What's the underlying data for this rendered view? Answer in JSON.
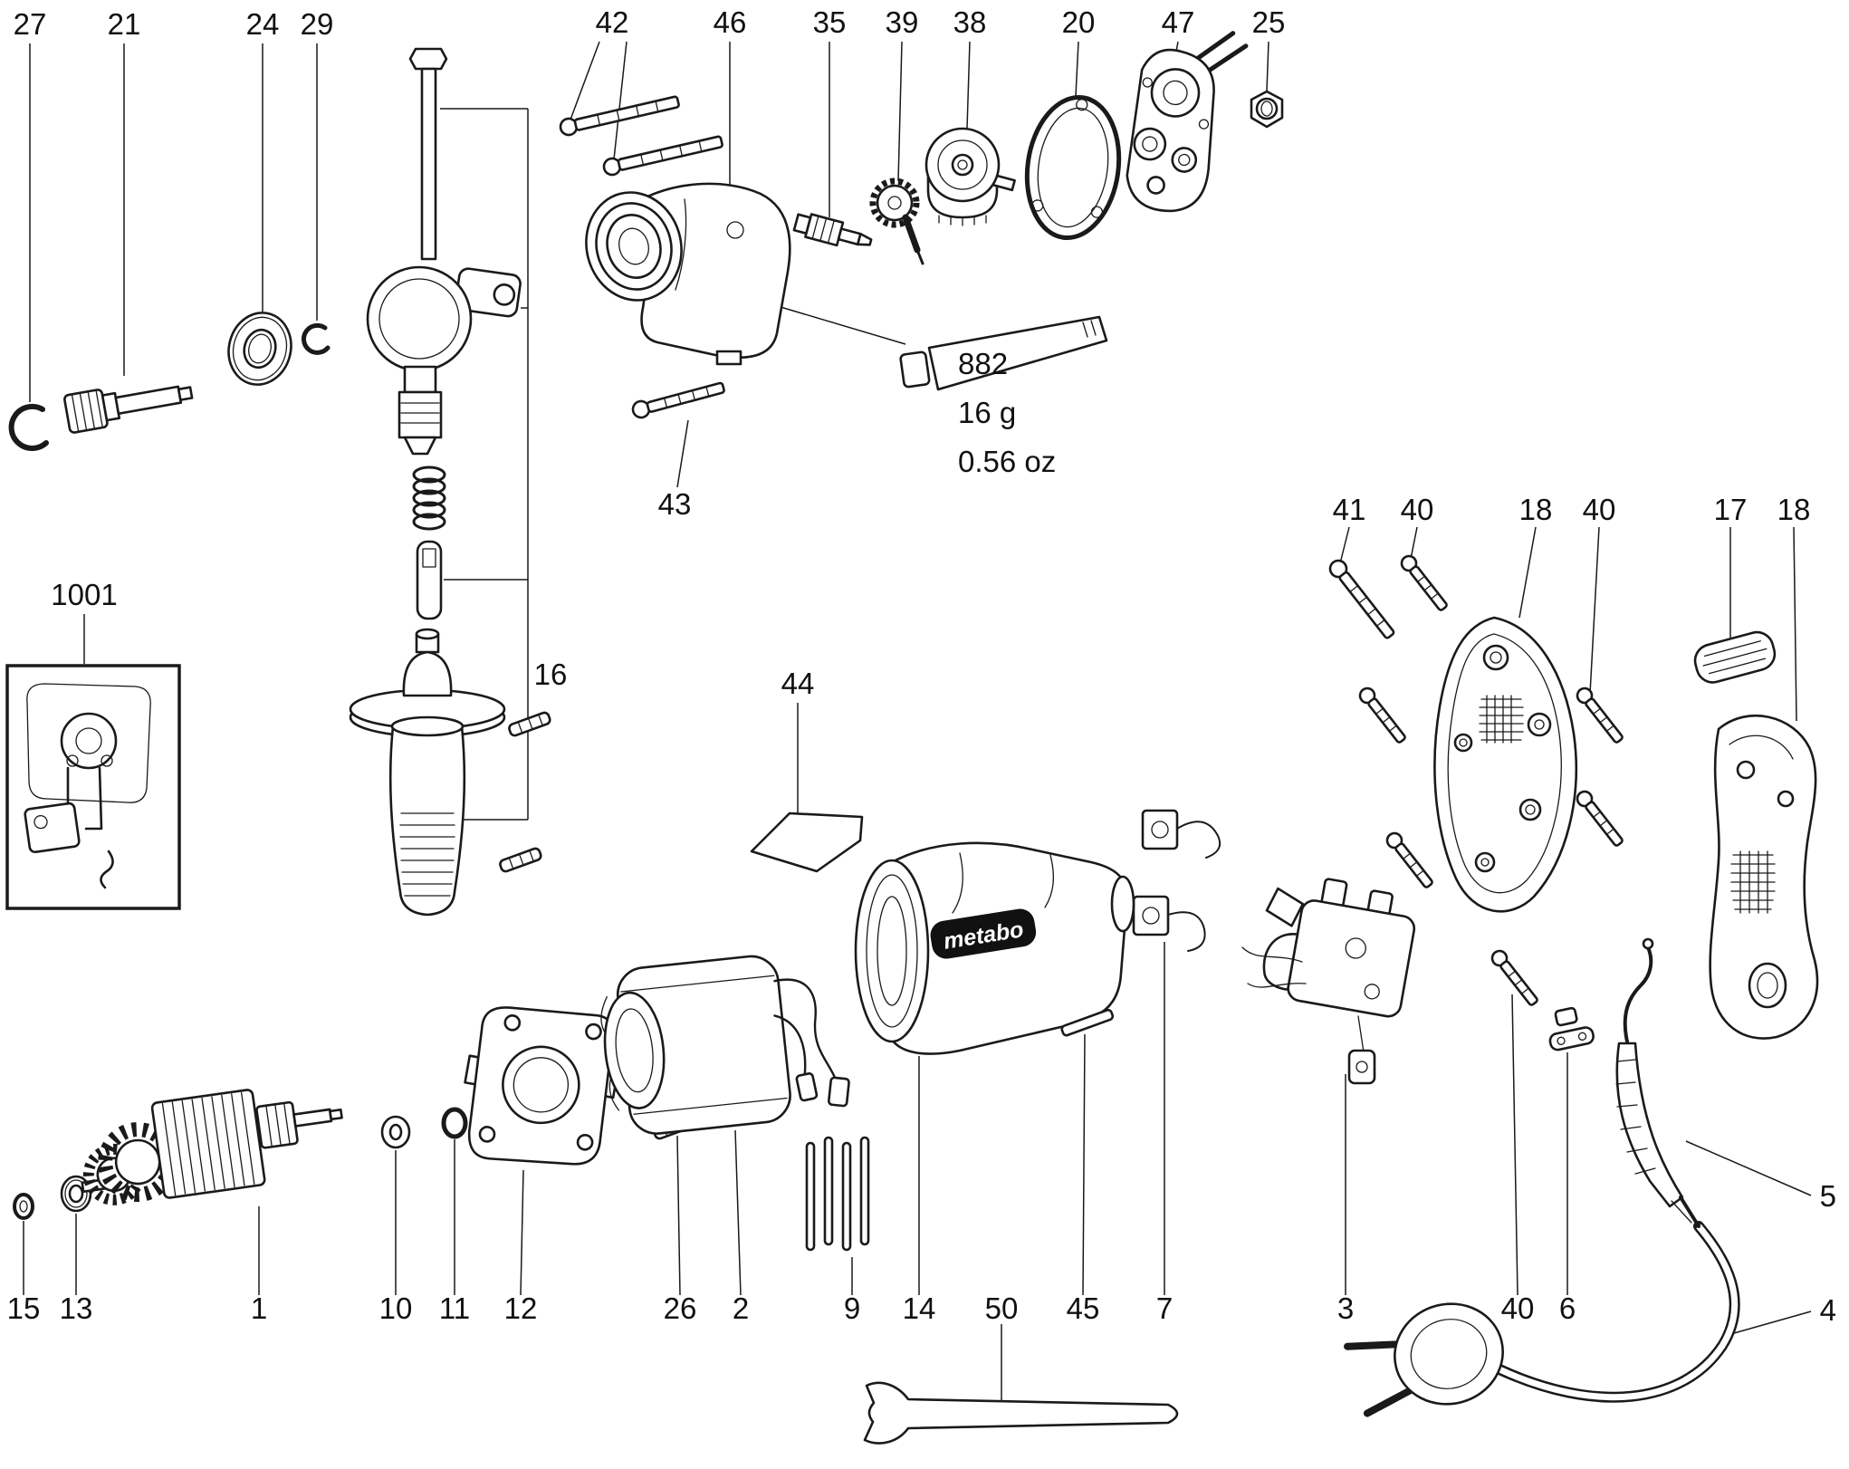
{
  "diagram": {
    "kind": "exploded parts diagram",
    "brand_logo": "metabo"
  },
  "grease": {
    "part_number": "882",
    "weight_grams": "16 g",
    "weight_ounces": "0.56 oz"
  },
  "labels": [
    {
      "text": "27"
    },
    {
      "text": "21"
    },
    {
      "text": "24"
    },
    {
      "text": "29"
    },
    {
      "text": "42"
    },
    {
      "text": "46"
    },
    {
      "text": "35"
    },
    {
      "text": "39"
    },
    {
      "text": "38"
    },
    {
      "text": "20"
    },
    {
      "text": "47"
    },
    {
      "text": "25"
    },
    {
      "text": "41"
    },
    {
      "text": "40"
    },
    {
      "text": "18"
    },
    {
      "text": "40"
    },
    {
      "text": "17"
    },
    {
      "text": "18"
    },
    {
      "text": "1001"
    },
    {
      "text": "16"
    },
    {
      "text": "44"
    },
    {
      "text": "43"
    },
    {
      "text": "15"
    },
    {
      "text": "13"
    },
    {
      "text": "1"
    },
    {
      "text": "10"
    },
    {
      "text": "11"
    },
    {
      "text": "12"
    },
    {
      "text": "26"
    },
    {
      "text": "2"
    },
    {
      "text": "9"
    },
    {
      "text": "14"
    },
    {
      "text": "50"
    },
    {
      "text": "45"
    },
    {
      "text": "7"
    },
    {
      "text": "3"
    },
    {
      "text": "40"
    },
    {
      "text": "6"
    },
    {
      "text": "5"
    },
    {
      "text": "4"
    }
  ]
}
